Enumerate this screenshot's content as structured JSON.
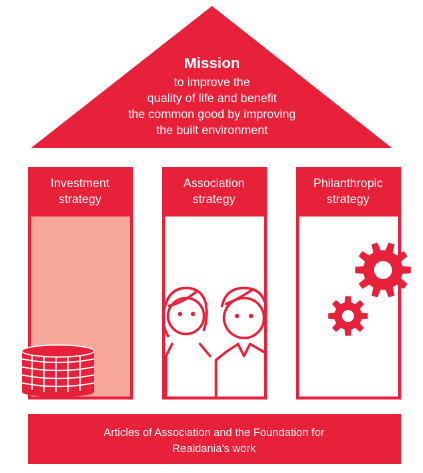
{
  "mission": {
    "title": "Mission",
    "lines": [
      "to improve the",
      "quality of life and benefit",
      "the common good by improving",
      "the built environment"
    ]
  },
  "pillars": [
    {
      "lines": [
        "Investment",
        "strategy"
      ],
      "illustration": "coins-stack-icon"
    },
    {
      "lines": [
        "Association",
        "strategy"
      ],
      "illustration": "two-people-icon"
    },
    {
      "lines": [
        "Philanthropic",
        "strategy"
      ],
      "illustration": "gears-icon"
    }
  ],
  "foundation": {
    "lines": [
      "Articles of Association and the Foundation for",
      "Realdania's work"
    ]
  },
  "colors": {
    "brand_red": "#E8213B",
    "light_fill": "#F5A89A",
    "white": "#FFFFFF"
  }
}
